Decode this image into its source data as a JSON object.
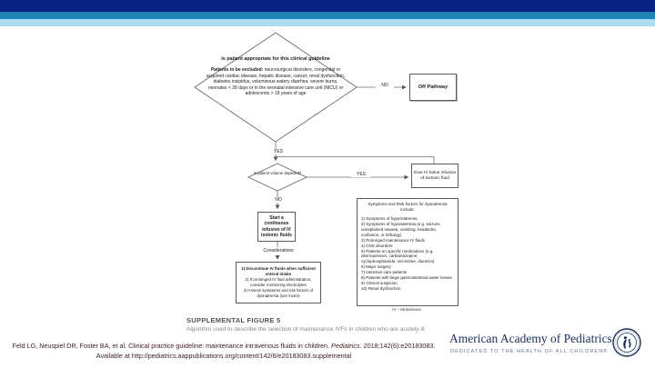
{
  "header": {
    "navy_color": "#0a2383",
    "blue_color": "#1d83b8",
    "light_blue_color": "#aadef2"
  },
  "flowchart": {
    "top_decision": {
      "title": "Is patient appropriate for this clinical guideline",
      "excluded_label": "Patients to be excluded:",
      "excluded_text": " neurosurgical disorders, congenital or acquired cardiac disease, hepatic disease, cancer, renal dysfunction, diabetes insipidus, voluminous watery diarrhea, severe burns, neonates < 28 days or in the neonatal intensive care unit (NICU) or adolescents > 18 years of age"
    },
    "no_label_1": "NO",
    "off_pathway_box": "Off Pathway",
    "yes_label_1": "YES",
    "volume_decision": "Is patient volume depleted?",
    "yes_label_2": "YES",
    "bolus_box": "Give IV bolus infusion of isotonic fluid",
    "no_label_2": "NO",
    "start_box": "Start a continuous infusion of IV isotonic fluids",
    "considerations_label": "Considerations",
    "considerations_box": {
      "items": [
        "1) Discontinue IV fluids when sufficient enteral intake",
        "2) If prolonged IV fluid administration, consider monitoring electrolytes",
        "3) Assess symptoms and risk factors of dysnatremia (see insert)"
      ]
    },
    "symptoms_box": {
      "heading": "Symptoms and Risk factors for dysnatremia include:",
      "items": [
        "1) Symptoms of hypernatremia",
        "2) Symptoms of hyponatremia (e.g. seizure, unexplained nausea, vomiting, headache, confusion, or lethargy)",
        "3) Prolonged maintenance IV fluids",
        "4) CNS disorders",
        "5) Patients on specific medications (e.g. desmopressin, carbamazepine, cyclophosphamide, vincristine, diuretics)",
        "6) Major surgery",
        "7) Intensive care patients",
        "8) Patients with large gastrointestinal water losses",
        "9) Clinical suspicion",
        "10) Renal dysfunction"
      ]
    },
    "footnote": "IV - intravenous"
  },
  "caption": {
    "label": "SUPPLEMENTAL FIGURE 5",
    "text": "Algorithm used to describe the selection of maintenance IVFs in children who are acutely ill."
  },
  "citation": {
    "line1_pre": "Feld LG, Neuspiel DR, Foster BA, et al. Clinical practice guideline: maintenance intravenous fluids in children. ",
    "line1_italic": "Pediatrics.",
    "line1_post": " 2018;142(6):e20183083.",
    "line2": "Available at http://pediatrics.aappublications.org/content/142/6/e20183083.supplemental"
  },
  "logo": {
    "name": "American Academy of Pediatrics",
    "tagline": "DEDICATED TO THE HEALTH OF ALL CHILDREN®",
    "navy_color": "#1c2f63"
  }
}
